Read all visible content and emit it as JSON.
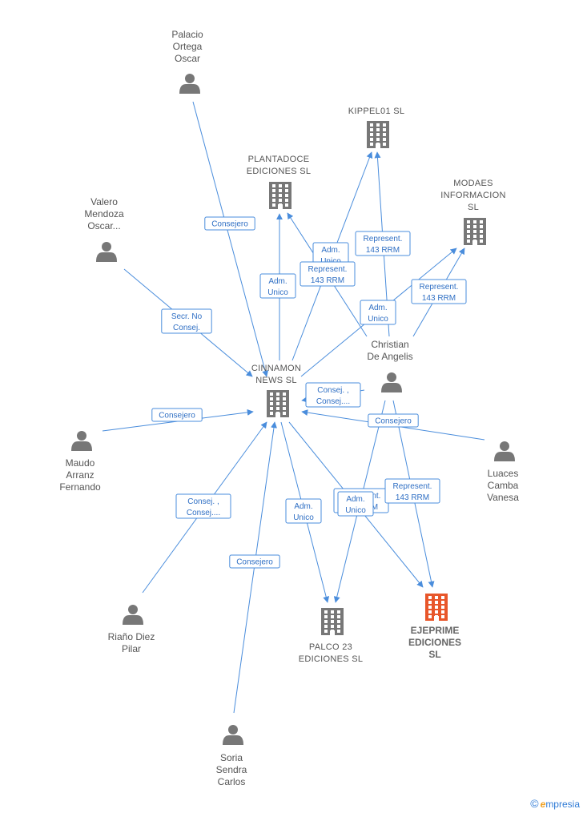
{
  "colors": {
    "edge": "#4a8ddc",
    "node": "#777777",
    "focus": "#e8562a",
    "label": "#555555"
  },
  "nodes": [
    {
      "id": "palacio",
      "type": "person",
      "lines": [
        "Palacio",
        "Ortega",
        "Oscar"
      ]
    },
    {
      "id": "valero",
      "type": "person",
      "lines": [
        "Valero",
        "Mendoza",
        "Oscar..."
      ]
    },
    {
      "id": "kippel",
      "type": "company",
      "lines": [
        "KIPPEL01  SL"
      ]
    },
    {
      "id": "plantadoce",
      "type": "company",
      "lines": [
        "PLANTADOCE",
        "EDICIONES  SL"
      ]
    },
    {
      "id": "modaes",
      "type": "company",
      "lines": [
        "MODAES",
        "INFORMACION",
        "SL"
      ]
    },
    {
      "id": "christian",
      "type": "person",
      "lines": [
        "Christian",
        "De Angelis"
      ]
    },
    {
      "id": "cinnamon",
      "type": "company",
      "lines": [
        "CINNAMON",
        "NEWS  SL"
      ]
    },
    {
      "id": "maudo",
      "type": "person",
      "lines": [
        "Maudo",
        "Arranz",
        "Fernando"
      ]
    },
    {
      "id": "luaces",
      "type": "person",
      "lines": [
        "Luaces",
        "Camba",
        "Vanesa"
      ]
    },
    {
      "id": "riano",
      "type": "person",
      "lines": [
        "Riaño Diez",
        "Pilar"
      ]
    },
    {
      "id": "palco",
      "type": "company",
      "lines": [
        "PALCO 23",
        "EDICIONES  SL"
      ]
    },
    {
      "id": "ejeprime",
      "type": "focus",
      "lines": [
        "EJEPRIME",
        "EDICIONES",
        "SL"
      ]
    },
    {
      "id": "soria",
      "type": "person",
      "lines": [
        "Soria",
        "Sendra",
        "Carlos"
      ]
    }
  ],
  "edges": [
    {
      "from": "palacio",
      "to": "cinnamon",
      "label": [
        "Consejero"
      ]
    },
    {
      "from": "valero",
      "to": "cinnamon",
      "label": [
        "Secr.  No",
        "Consej."
      ]
    },
    {
      "from": "cinnamon",
      "to": "plantadoce",
      "label": [
        "Adm.",
        "Unico"
      ]
    },
    {
      "from": "cinnamon",
      "to": "kippel",
      "label": [
        "Adm.",
        "Unico"
      ]
    },
    {
      "from": "christian",
      "to": "plantadoce",
      "label": [
        "Represent.",
        "143 RRM"
      ]
    },
    {
      "from": "christian",
      "to": "kippel",
      "label": [
        "Represent.",
        "143 RRM"
      ]
    },
    {
      "from": "cinnamon",
      "to": "modaes",
      "label": [
        "Adm.",
        "Unico"
      ]
    },
    {
      "from": "christian",
      "to": "modaes",
      "label": [
        "Represent.",
        "143 RRM"
      ]
    },
    {
      "from": "christian",
      "to": "cinnamon",
      "label": [
        "Consej. ,",
        "Consej...."
      ]
    },
    {
      "from": "maudo",
      "to": "cinnamon",
      "label": [
        "Consejero"
      ]
    },
    {
      "from": "luaces",
      "to": "cinnamon",
      "label": [
        "Consejero"
      ]
    },
    {
      "from": "riano",
      "to": "cinnamon",
      "label": [
        "Consej. ,",
        "Consej...."
      ]
    },
    {
      "from": "soria",
      "to": "cinnamon",
      "label": [
        "Consejero"
      ]
    },
    {
      "from": "cinnamon",
      "to": "palco",
      "label": [
        "Adm.",
        "Unico"
      ]
    },
    {
      "from": "christian",
      "to": "palco",
      "label": [
        "Represent.",
        "143 RRM"
      ]
    },
    {
      "from": "cinnamon",
      "to": "ejeprime",
      "label": [
        "Adm.",
        "Unico"
      ]
    },
    {
      "from": "christian",
      "to": "ejeprime",
      "label": [
        "Represent.",
        "143 RRM"
      ]
    }
  ],
  "watermark": {
    "copyright": "©",
    "brand_initial": "e",
    "brand_rest": "mpresia"
  }
}
